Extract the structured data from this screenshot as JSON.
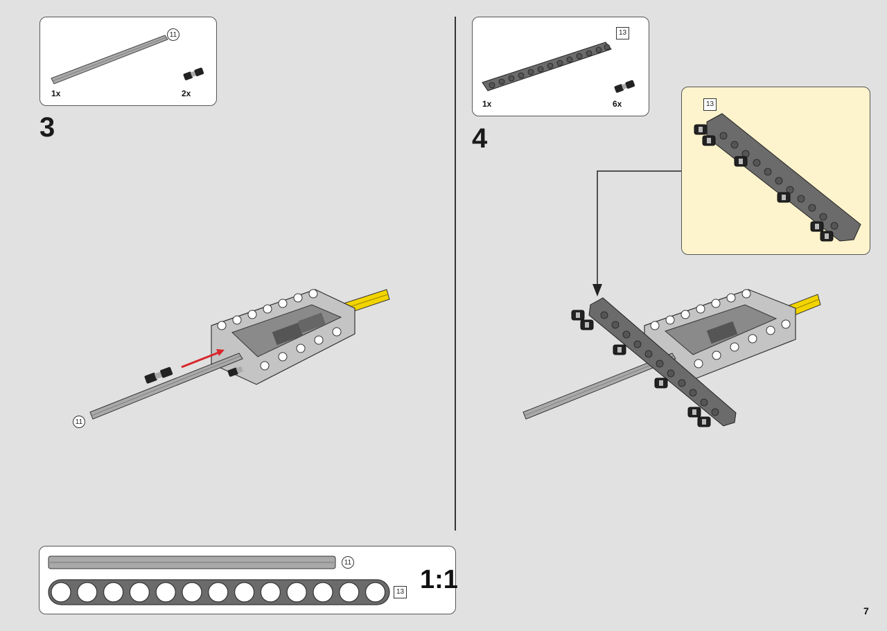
{
  "step3": {
    "number": "3",
    "parts": [
      {
        "qty": "1x",
        "label": "11",
        "label_style": "circle"
      },
      {
        "qty": "2x"
      }
    ],
    "callout_label": "11"
  },
  "step4": {
    "number": "4",
    "parts": [
      {
        "qty": "1x",
        "label": "13",
        "label_style": "square"
      },
      {
        "qty": "6x"
      }
    ],
    "callout_label": "13"
  },
  "scale": {
    "axle_label": "11",
    "beam_label": "13",
    "ratio": "1:1"
  },
  "page_number": "7",
  "colors": {
    "background": "#e1e1e1",
    "callout_bg": "#fdf3cc",
    "beam": "#6b6b6b",
    "axle": "#a9a9a9",
    "frame": "#c2c2c2",
    "yellow_axle": "#f2d400",
    "arrow_red": "#d9262b"
  }
}
